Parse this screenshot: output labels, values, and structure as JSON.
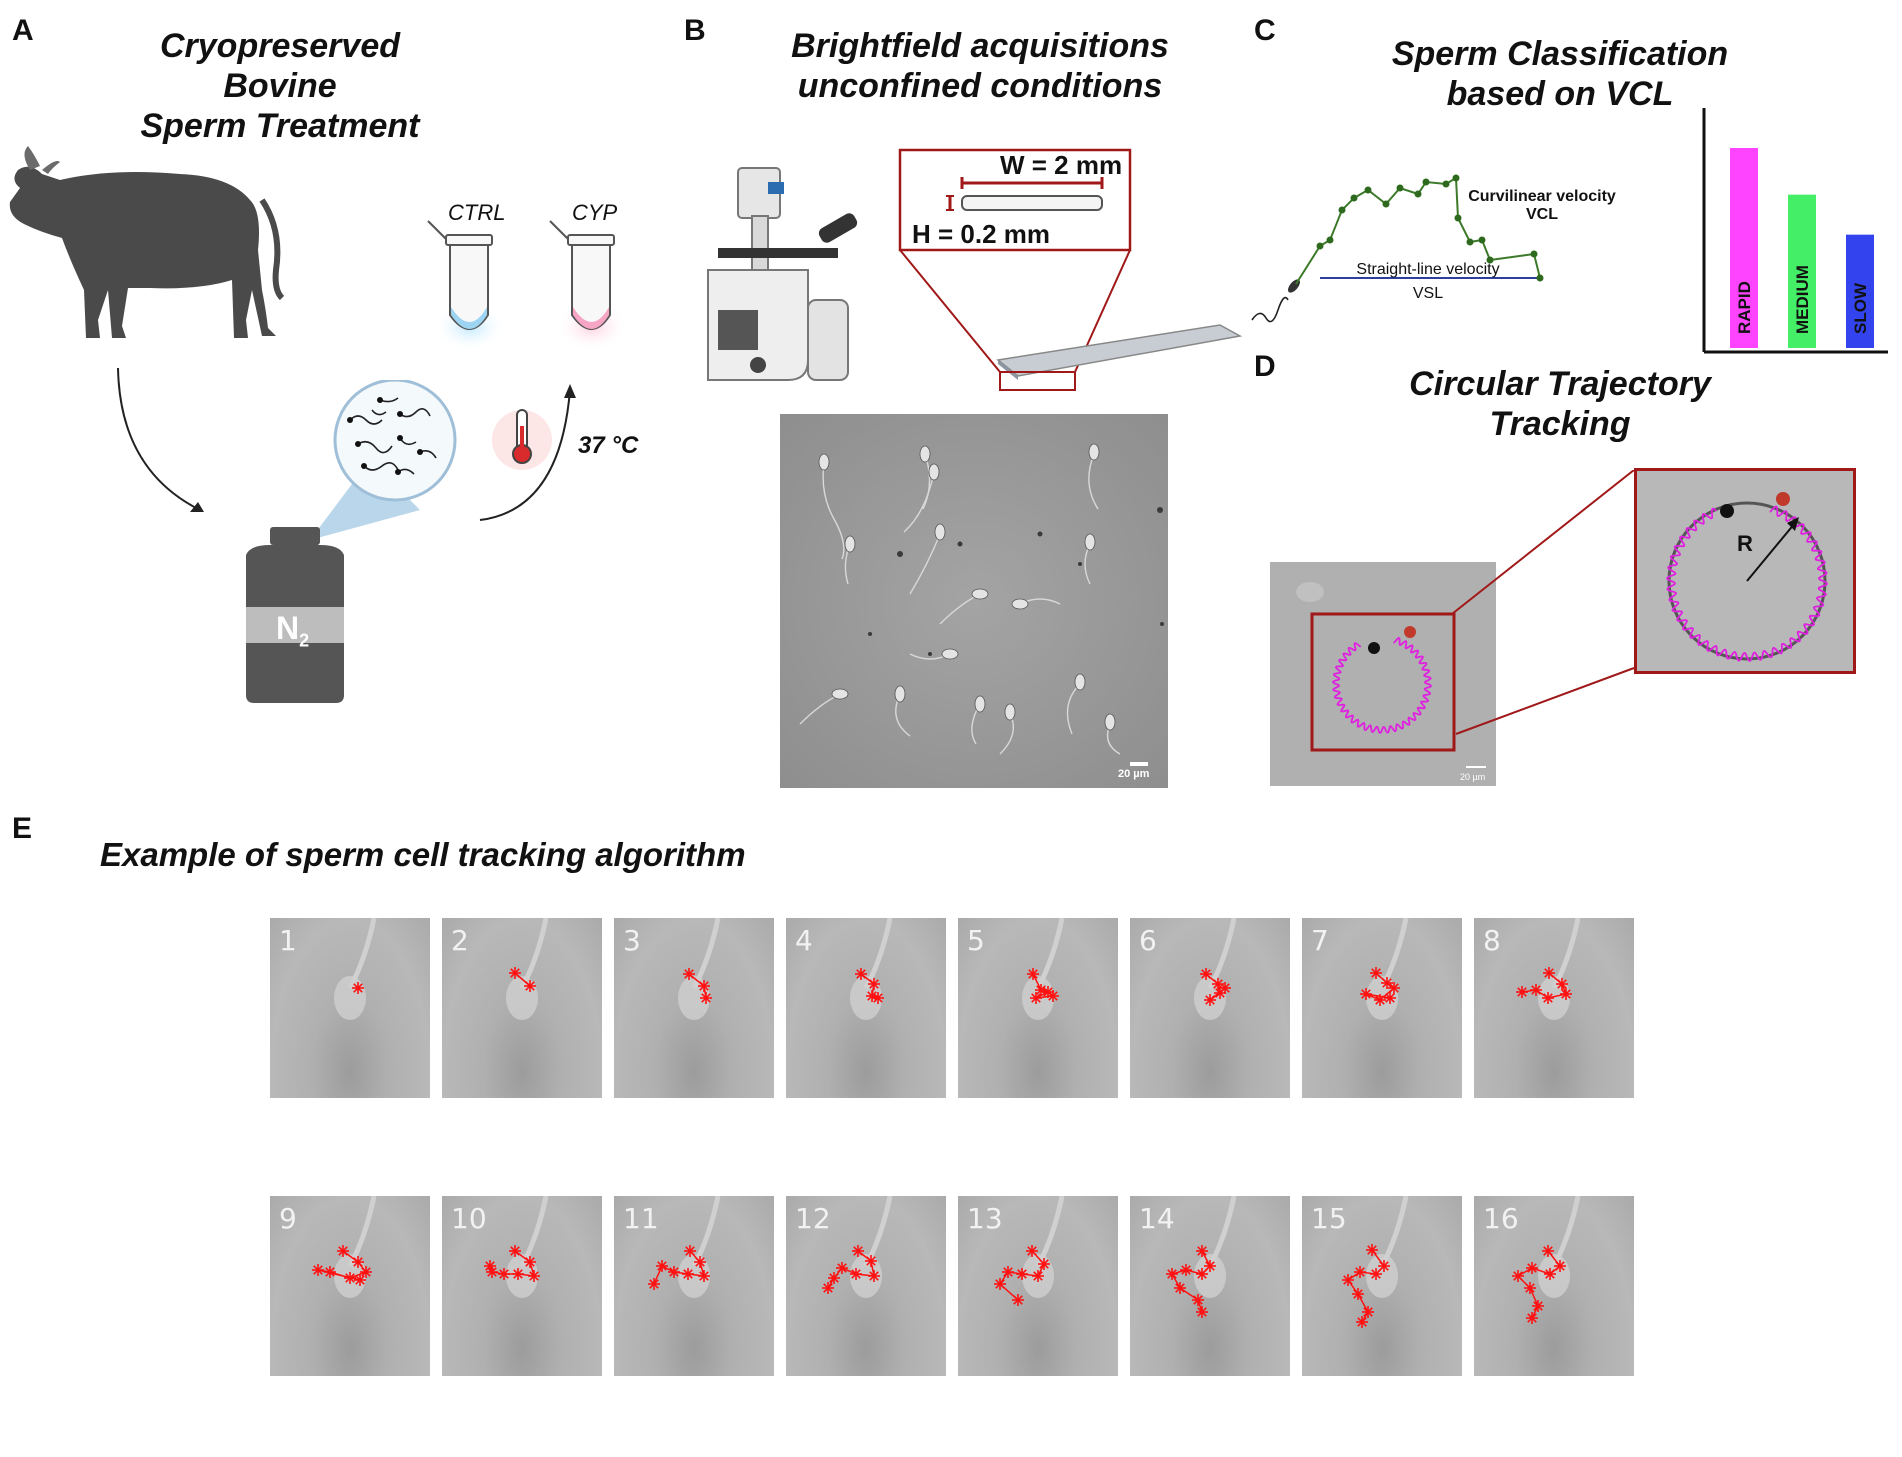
{
  "panels": {
    "a": {
      "letter": "A",
      "title_line1": "Cryopreserved Bovine",
      "title_line2": "Sperm Treatment",
      "tube1_label": "CTRL",
      "tube2_label": "CYP",
      "temperature": "37 °C",
      "tank_label": "N",
      "tank_sub": "2"
    },
    "b": {
      "letter": "B",
      "title_line1": "Brightfield acquisitions",
      "title_line2": "unconfined conditions",
      "width_label": "W = 2 mm",
      "height_label": "H = 0.2 mm",
      "scale_bar": "20 µm"
    },
    "c": {
      "letter": "C",
      "title_line1": "Sperm Classification",
      "title_line2": "based on VCL",
      "vcl_label_line1": "Curvilinear velocity",
      "vcl_label_line2": "VCL",
      "vsl_label_line1": "Straight-line velocity",
      "vsl_label_line2": "VSL"
    },
    "d": {
      "letter": "D",
      "title_line1": "Circular Trajectory",
      "title_line2": "Tracking",
      "radius_label": "R",
      "scale_bar": "20 µm"
    },
    "e": {
      "letter": "E",
      "title": "Example of sperm cell tracking algorithm"
    }
  },
  "colors": {
    "rapid": "#ff44ff",
    "medium": "#44ee66",
    "slow": "#3344ee",
    "frame_red": "#b22222",
    "trajectory": "#e020e0",
    "track_marker": "#ff1111"
  },
  "chart_data": {
    "type": "bar",
    "categories": [
      "RAPID",
      "MEDIUM",
      "SLOW"
    ],
    "values": [
      3,
      2.3,
      1.7
    ],
    "colors": [
      "#ff44ff",
      "#44ee66",
      "#3344ee"
    ]
  },
  "frames": {
    "row1": [
      {
        "n": "1",
        "pts": [
          [
            88,
            70
          ]
        ]
      },
      {
        "n": "2",
        "pts": [
          [
            73,
            55
          ],
          [
            88,
            68
          ]
        ]
      },
      {
        "n": "3",
        "pts": [
          [
            75,
            56
          ],
          [
            90,
            68
          ],
          [
            92,
            80
          ]
        ]
      },
      {
        "n": "4",
        "pts": [
          [
            75,
            56
          ],
          [
            88,
            66
          ],
          [
            86,
            78
          ],
          [
            92,
            80
          ]
        ]
      },
      {
        "n": "5",
        "pts": [
          [
            75,
            56
          ],
          [
            83,
            72
          ],
          [
            90,
            74
          ],
          [
            78,
            80
          ],
          [
            95,
            78
          ]
        ]
      },
      {
        "n": "6",
        "pts": [
          [
            76,
            56
          ],
          [
            88,
            66
          ],
          [
            90,
            75
          ],
          [
            80,
            82
          ],
          [
            95,
            70
          ]
        ]
      },
      {
        "n": "7",
        "pts": [
          [
            74,
            55
          ],
          [
            85,
            65
          ],
          [
            92,
            70
          ],
          [
            78,
            82
          ],
          [
            64,
            76
          ],
          [
            88,
            80
          ]
        ]
      },
      {
        "n": "8",
        "pts": [
          [
            75,
            55
          ],
          [
            88,
            66
          ],
          [
            92,
            76
          ],
          [
            74,
            80
          ],
          [
            62,
            72
          ],
          [
            48,
            74
          ]
        ]
      }
    ],
    "row2": [
      {
        "n": "9",
        "pts": [
          [
            73,
            55
          ],
          [
            88,
            66
          ],
          [
            96,
            76
          ],
          [
            80,
            82
          ],
          [
            60,
            76
          ],
          [
            48,
            74
          ],
          [
            90,
            84
          ]
        ]
      },
      {
        "n": "10",
        "pts": [
          [
            73,
            55
          ],
          [
            88,
            66
          ],
          [
            92,
            80
          ],
          [
            76,
            78
          ],
          [
            62,
            78
          ],
          [
            50,
            76
          ],
          [
            48,
            70
          ]
        ]
      },
      {
        "n": "11",
        "pts": [
          [
            76,
            55
          ],
          [
            86,
            66
          ],
          [
            90,
            80
          ],
          [
            74,
            78
          ],
          [
            60,
            76
          ],
          [
            48,
            70
          ],
          [
            40,
            88
          ]
        ]
      },
      {
        "n": "12",
        "pts": [
          [
            72,
            55
          ],
          [
            85,
            65
          ],
          [
            88,
            80
          ],
          [
            70,
            78
          ],
          [
            56,
            72
          ],
          [
            48,
            82
          ],
          [
            42,
            92
          ]
        ]
      },
      {
        "n": "13",
        "pts": [
          [
            74,
            55
          ],
          [
            86,
            68
          ],
          [
            80,
            80
          ],
          [
            64,
            78
          ],
          [
            50,
            76
          ],
          [
            42,
            88
          ],
          [
            60,
            104
          ]
        ]
      },
      {
        "n": "14",
        "pts": [
          [
            72,
            55
          ],
          [
            80,
            70
          ],
          [
            72,
            78
          ],
          [
            56,
            74
          ],
          [
            42,
            78
          ],
          [
            50,
            92
          ],
          [
            68,
            104
          ],
          [
            72,
            116
          ]
        ]
      },
      {
        "n": "15",
        "pts": [
          [
            70,
            54
          ],
          [
            82,
            70
          ],
          [
            74,
            78
          ],
          [
            58,
            76
          ],
          [
            46,
            84
          ],
          [
            56,
            98
          ],
          [
            66,
            116
          ],
          [
            60,
            126
          ]
        ]
      },
      {
        "n": "16",
        "pts": [
          [
            74,
            55
          ],
          [
            86,
            70
          ],
          [
            76,
            78
          ],
          [
            58,
            72
          ],
          [
            44,
            80
          ],
          [
            56,
            92
          ],
          [
            64,
            110
          ],
          [
            58,
            122
          ]
        ]
      }
    ]
  }
}
